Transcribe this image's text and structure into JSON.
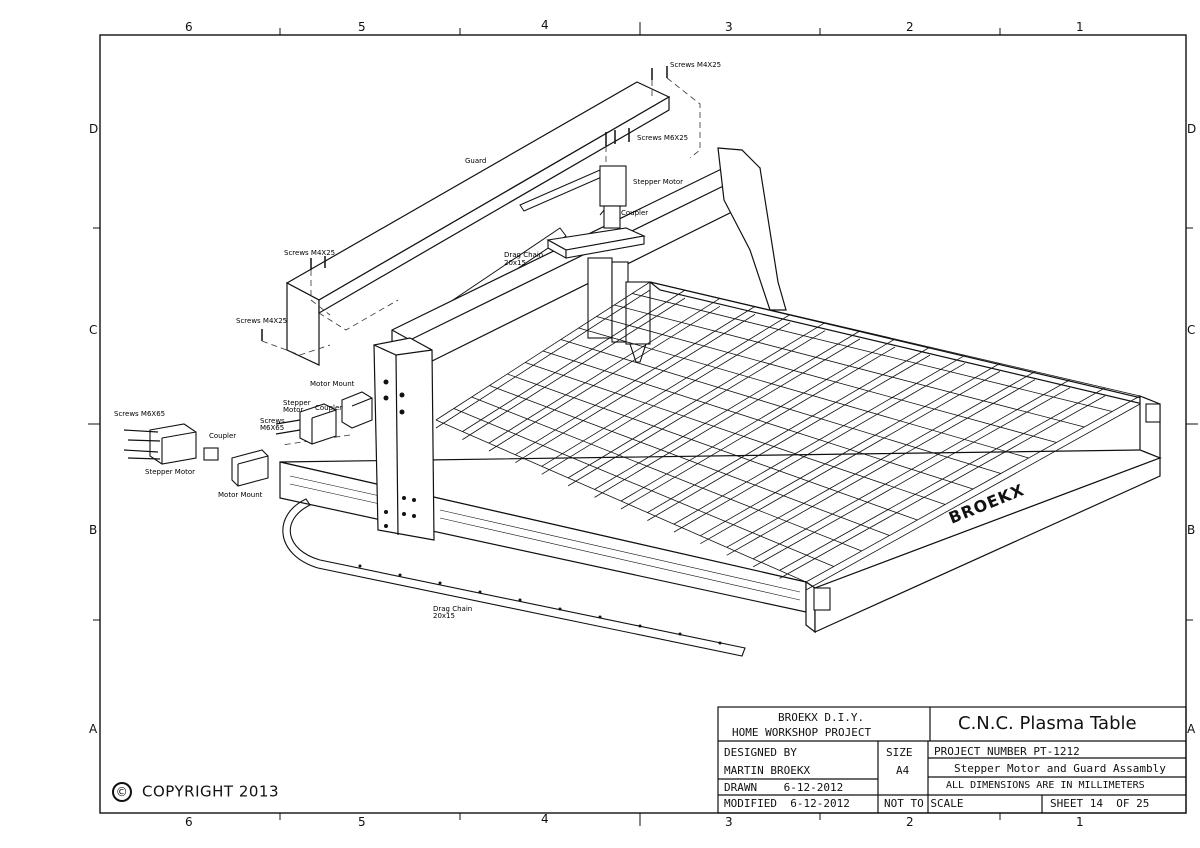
{
  "zones": {
    "columns": [
      "6",
      "5",
      "4",
      "3",
      "2",
      "1"
    ],
    "rows": [
      "D",
      "C",
      "B",
      "A"
    ]
  },
  "callouts": {
    "screws_m4x25_top": "Screws M4X25",
    "screws_m6x25": "Screws M6X25",
    "guard": "Guard",
    "stepper_motor_top": "Stepper Motor",
    "coupler_top": "Coupler",
    "screws_m4x25_left": "Screws M4X25",
    "drag_chain_upper": "Drag Chain",
    "drag_chain_upper_size": "20x15",
    "screws_m4x25_mid": "Screws M4X25",
    "motor_mount_upper": "Motor Mount",
    "stepper_motor_mid": "Stepper",
    "stepper_motor_mid2": "Motor",
    "coupler_mid": "Coupler",
    "screws_m6x65_mid": "Screws",
    "screws_m6x65_mid2": "M6X65",
    "screws_m6x65_left": "Screws M6X65",
    "coupler_left": "Coupler",
    "stepper_motor_left": "Stepper Motor",
    "motor_mount_lower": "Motor Mount",
    "drag_chain_lower": "Drag Chain",
    "drag_chain_lower_size": "20x15",
    "brand_on_frame": "BROEKX"
  },
  "title_block": {
    "company_line1": "BROEKX D.I.Y.",
    "company_line2": "HOME WORKSHOP PROJECT",
    "title": "C.N.C. Plasma Table",
    "designed_by_label": "DESIGNED BY",
    "designer": "MARTIN BROEKX",
    "size_label": "SIZE",
    "size_value": "A4",
    "project_number": "PROJECT NUMBER PT-1212",
    "sheet_title": "Stepper Motor and Guard Assambly",
    "drawn": "DRAWN    6-12-2012",
    "dimensions_note": "ALL DIMENSIONS ARE IN MILLIMETERS",
    "modified": "MODIFIED  6-12-2012",
    "scale": "NOT TO SCALE",
    "sheet": "SHEET 14  OF 25"
  },
  "copyright": "COPYRIGHT 2013"
}
